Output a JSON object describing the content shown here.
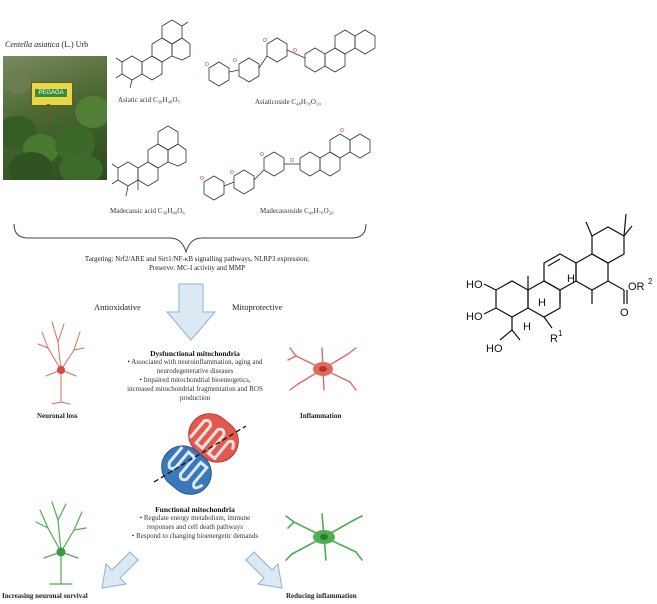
{
  "species": {
    "name_italic": "Centella asiatica",
    "name_rest": " (L.) Urb",
    "sign_text": "PEGAGA"
  },
  "compounds": {
    "asiatic_acid": "Asiatic acid C₃₀H₄₈O₅",
    "asiaticoside": "Asiaticoside C₄₈H₇₈O₁₉",
    "madecassic_acid": "Madecassic acid C₃₀H₄₈O₆",
    "madecassoside": "Madecassoside C₄₈H₇₈O₂₀"
  },
  "targeting": {
    "line1": "Targeting: Nrf2/ARE and Sirt1/NF-κB signalling pathways, NLRP3 expression;",
    "line2": "Preserve: MC-I activity and MMP"
  },
  "effects": {
    "antioxidative": "Antioxidative",
    "mitoprotective": "Mitoprotective"
  },
  "dysfunctional": {
    "title": "Dysfunctional mitochondria",
    "bullet1a": "• Associated with neuroinflammation, aging and",
    "bullet1b": "neurodegenerative diseases",
    "bullet2a": "• Impaired mitochondrial bioenergetics,",
    "bullet2b": "increased mitochondrial fragmentation and ROS",
    "bullet2c": "production"
  },
  "functional": {
    "title": "Functional mitochondria",
    "bullet1a": "• Regulate energy metabolism, immune",
    "bullet1b": "responses and cell death pathways",
    "bullet2": "• Respond to changing bioenergetic demands"
  },
  "outcomes": {
    "neuronal_loss": "Neuronal loss",
    "inflammation": "Inflammation",
    "increasing_survival": "Increasing neuronal survival",
    "reducing_inflammation": "Reducing inflammation"
  },
  "structure_labels": {
    "ho1": "HO",
    "ho2": "HO",
    "ho3": "HO",
    "h1": "H",
    "h2": "H",
    "h3": "H",
    "r1": "R",
    "r1_sup": "1",
    "or2": "OR",
    "or2_sup": "2",
    "o": "O"
  },
  "colors": {
    "arrow_fill": "#dce9f4",
    "arrow_stroke": "#8fb3d2",
    "neuron_red": "#e0685f",
    "neuron_green": "#4caf50",
    "mito_red": "#e05a52",
    "mito_blue": "#3a78b8"
  }
}
